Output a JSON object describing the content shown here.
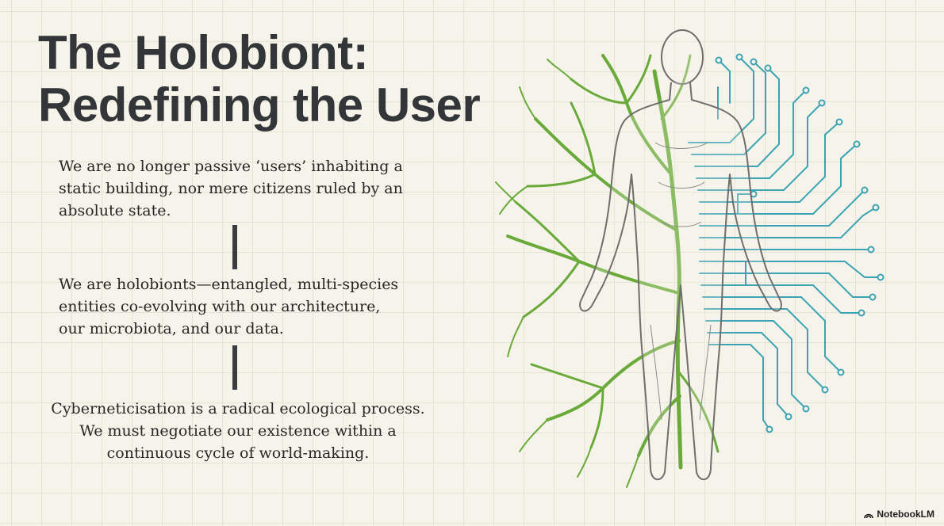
{
  "title": {
    "line1": "The Holobiont:",
    "line2": "Redefining the User"
  },
  "paragraphs": {
    "p1": "We are no longer passive ‘users’ inhabiting a static building, nor mere citizens ruled by an absolute state.",
    "p2": "We are holobionts—entangled, multi-species entities co-evolving with our architecture, our microbiota, and our data.",
    "p3": "Cyberneticisation is a radical ecological process. We must negotiate our existence within a continuous cycle of world-making."
  },
  "brand": {
    "label": "NotebookLM"
  },
  "colors": {
    "background": "#f6f4ea",
    "title": "#333638",
    "tree": "#6aaa3a",
    "circuit": "#3ba3b4",
    "body_outline": "#6e6e6e"
  },
  "icons": {
    "brand": "notebooklm-logo-icon",
    "illustration": "human-tree-circuit-illustration"
  }
}
